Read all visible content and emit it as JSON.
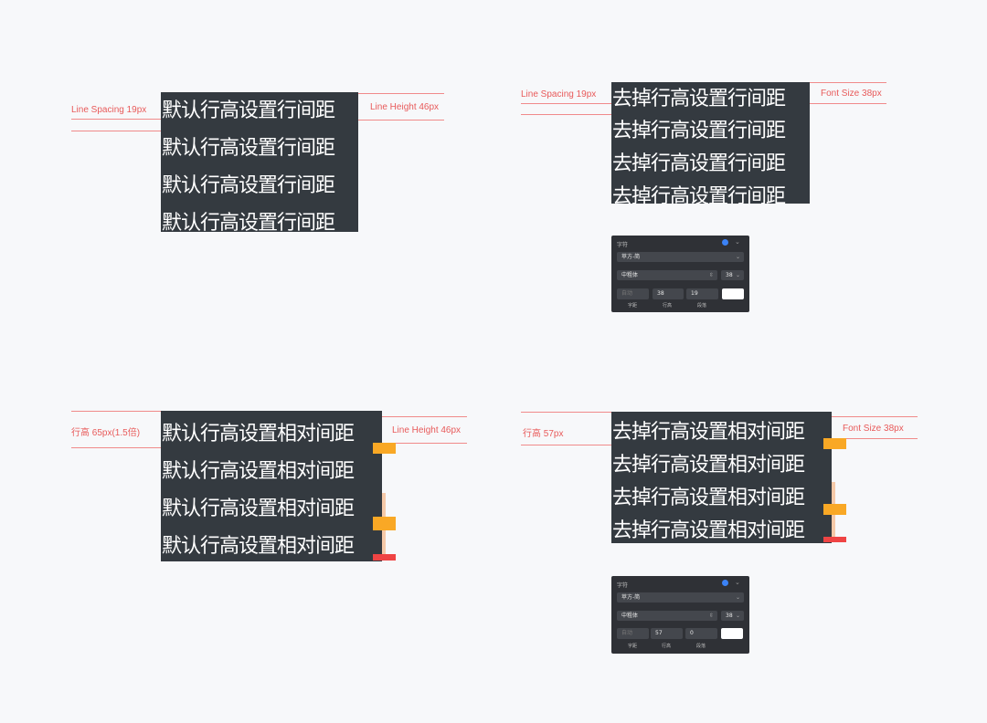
{
  "colors": {
    "block_bg": "#343a40",
    "guide_line": "#f08a8a",
    "label_text": "#e85a5a",
    "mark_orange": "#f9a825",
    "mark_peach": "#f5c9a8",
    "mark_red": "#ef4444",
    "panel_bg": "#2f3136",
    "accent_blue": "#3b82f6"
  },
  "q1": {
    "lines": [
      "默认行高设置行间距",
      "默认行高设置行间距",
      "默认行高设置行间距",
      "默认行高设置行间距"
    ],
    "label_left": "Line Spacing 19px",
    "label_right": "Line Height 46px"
  },
  "q2": {
    "lines": [
      "去掉行高设置行间距",
      "去掉行高设置行间距",
      "去掉行高设置行间距",
      "去掉行高设置行间距"
    ],
    "label_left": "Line Spacing 19px",
    "label_right": "Font Size 38px",
    "panel": {
      "title": "字符",
      "font_family": "苹方-简",
      "font_weight": "中粗体",
      "font_size": "38",
      "tracking_placeholder": "自动",
      "line_height": "38",
      "paragraph": "19",
      "cap_tracking": "字距",
      "cap_line_height": "行高",
      "cap_paragraph": "段落",
      "gear_icon": "gear-icon",
      "chevron_icon": "chevron-down-icon"
    }
  },
  "q3": {
    "lines": [
      "默认行高设置相对间距",
      "默认行高设置相对间距",
      "默认行高设置相对间距",
      "默认行高设置相对间距"
    ],
    "label_left": "行高 65px(1.5倍)",
    "label_right": "Line Height 46px"
  },
  "q4": {
    "lines": [
      "去掉行高设置相对间距",
      "去掉行高设置相对间距",
      "去掉行高设置相对间距",
      "去掉行高设置相对间距"
    ],
    "label_left": "行高 57px",
    "label_right": "Font Size 38px",
    "panel": {
      "title": "字符",
      "font_family": "苹方-简",
      "font_weight": "中粗体",
      "font_size": "38",
      "tracking_placeholder": "自动",
      "line_height": "57",
      "paragraph": "0",
      "cap_tracking": "字距",
      "cap_line_height": "行高",
      "cap_paragraph": "段落",
      "gear_icon": "gear-icon",
      "chevron_icon": "chevron-down-icon"
    }
  }
}
